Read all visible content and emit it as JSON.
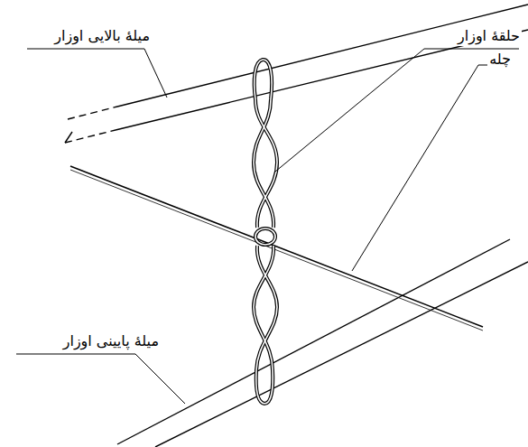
{
  "diagram": {
    "labels": [
      "میلهٔ بالایی اوزار",
      "حلقهٔ اوزار",
      "چله",
      "میلهٔ پایینی اوزار"
    ]
  }
}
